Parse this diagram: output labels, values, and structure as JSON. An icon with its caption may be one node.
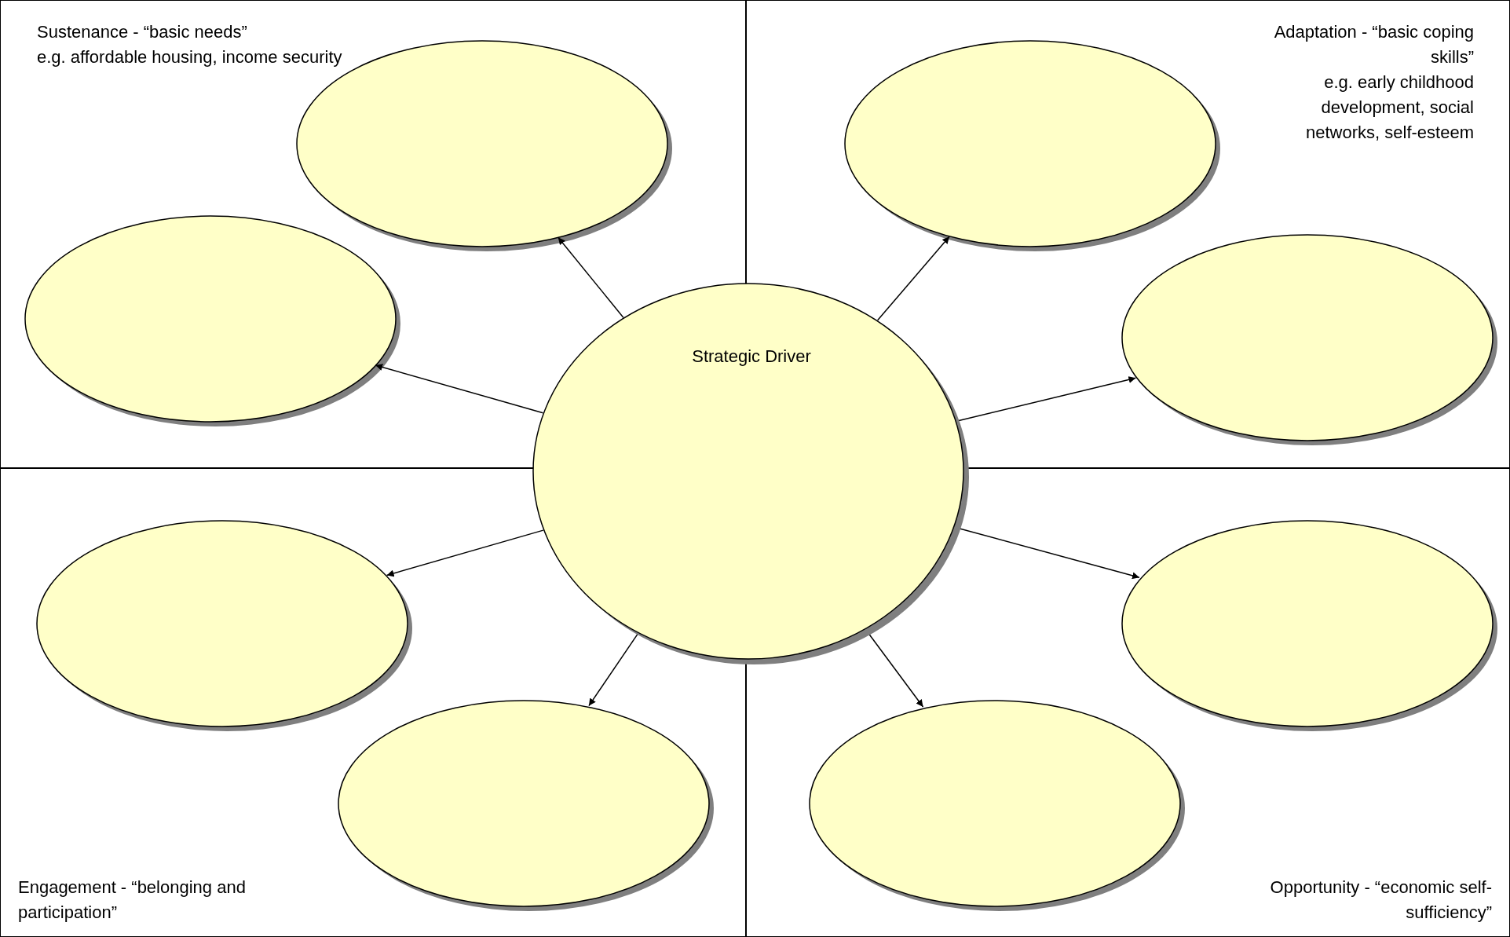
{
  "diagram": {
    "nodes": [
      {
        "text": [
          "Sustenance - “basic needs”",
          "e.g. affordable housing, income security"
        ]
      },
      {
        "text": [],
        "shape": "ellipse",
        "in": 0
      },
      {
        "text": [],
        "shape": "ellipse",
        "in": 0
      },
      {
        "text": [
          "Adaptation - “basic coping skills”",
          "e.g. early childhood development, social networks, self-esteem"
        ]
      },
      {
        "text": [],
        "shape": "ellipse",
        "in": 3
      },
      {
        "text": [],
        "shape": "ellipse",
        "in": 3
      },
      {
        "text": [
          "Strategic Driver"
        ]
      },
      {
        "text": [
          "Engagement - “belonging and participation”"
        ]
      },
      {
        "text": [],
        "shape": "ellipse",
        "in": 7
      },
      {
        "text": [],
        "shape": "ellipse",
        "in": 7
      },
      {
        "text": [
          "Opportunity - “economic self-sufficiency”"
        ]
      },
      {
        "text": [],
        "shape": "ellipse",
        "in": 10
      },
      {
        "text": [],
        "shape": "ellipse",
        "in": 10
      }
    ],
    "edges": [
      {
        "from": 6,
        "to": 1,
        "arrow": "to"
      },
      {
        "from": 6,
        "to": 2,
        "arrow": "to"
      },
      {
        "from": 6,
        "to": 4,
        "arrow": "to"
      },
      {
        "from": 6,
        "to": 5,
        "arrow": "to"
      },
      {
        "from": 6,
        "to": 8,
        "arrow": "to"
      },
      {
        "from": 6,
        "to": 9,
        "arrow": "to"
      },
      {
        "from": 6,
        "to": 11,
        "arrow": "to"
      },
      {
        "from": 6,
        "to": 12,
        "arrow": "to"
      }
    ]
  }
}
